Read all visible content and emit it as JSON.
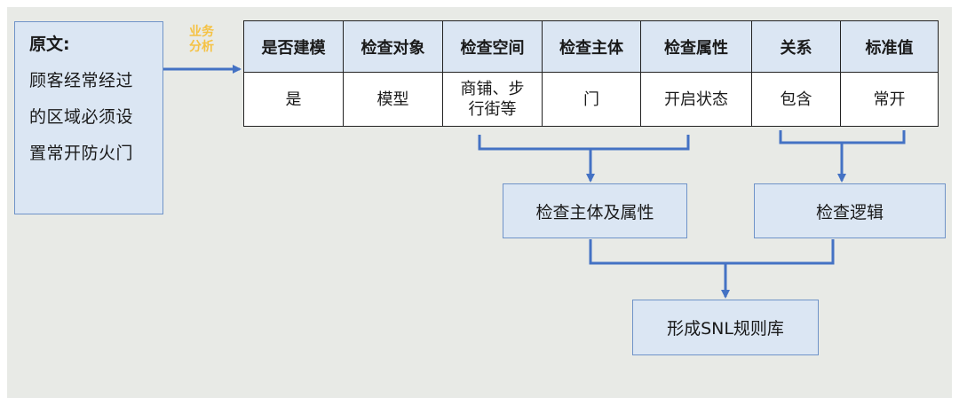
{
  "original": {
    "title": "原文:",
    "lines": [
      "顾客经常经过",
      "的区域必须设",
      "置常开防火门"
    ]
  },
  "arrow_label": [
    "业务",
    "分析"
  ],
  "table": {
    "headers": [
      "是否建模",
      "检查对象",
      "检查空间",
      "检查主体",
      "检查属性",
      "关系",
      "标准值"
    ],
    "values": [
      "是",
      "模型",
      "商铺、步行街等",
      "门",
      "开启状态",
      "包含",
      "常开"
    ]
  },
  "nodes": {
    "subject_and_attribute": "检查主体及属性",
    "logic": "检查逻辑",
    "result": "形成SNL规则库"
  },
  "colors": {
    "background": "#e8eae6",
    "box_fill": "#dbe6f3",
    "box_border": "#6f93c8",
    "connector": "#4472c4",
    "label_yellow": "#f5c244"
  }
}
